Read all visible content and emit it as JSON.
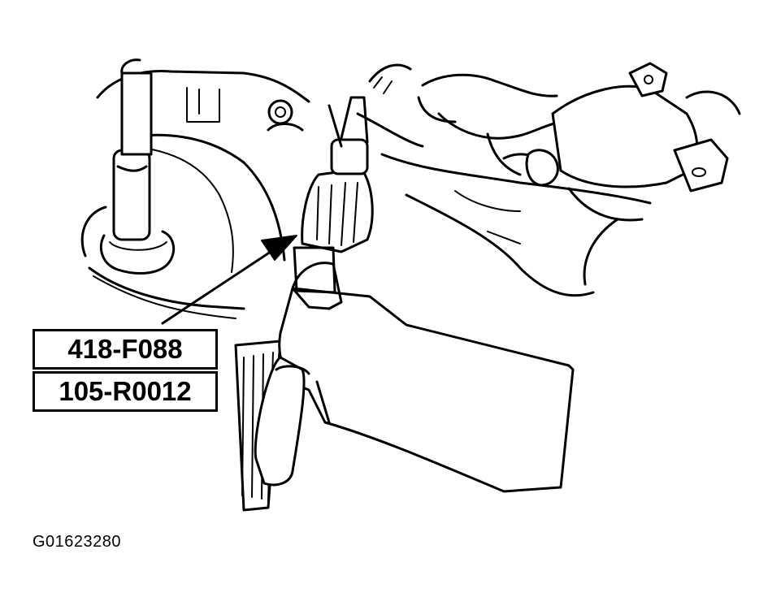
{
  "diagram": {
    "tool_numbers": [
      "418-F088",
      "105-R0012"
    ],
    "figure_id": "G01623280",
    "icons": [
      "arrow-pointer-icon"
    ]
  }
}
